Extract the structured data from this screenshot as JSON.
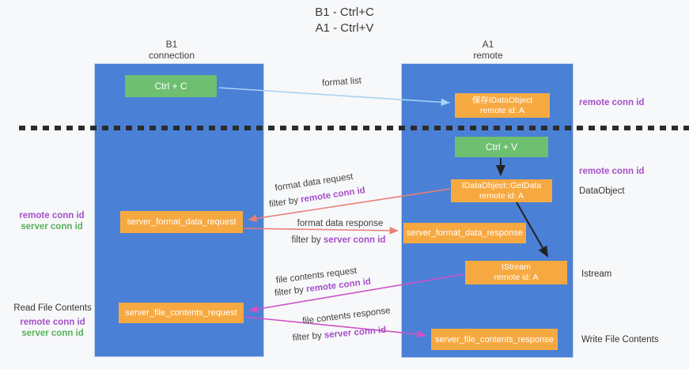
{
  "title": {
    "line1": "B1 - Ctrl+C",
    "line2": "A1 - Ctrl+V"
  },
  "lifelines": {
    "b1": {
      "name": "B1",
      "role": "connection"
    },
    "a1": {
      "name": "A1",
      "role": "remote"
    }
  },
  "nodes": {
    "ctrl_c": {
      "label": "Ctrl + C"
    },
    "save_idataobject": {
      "line1": "保存IDataObject",
      "line2": "remote id: A"
    },
    "ctrl_v": {
      "label": "Ctrl + V"
    },
    "idataobject_getdata": {
      "line1": "IDataObject::GetData",
      "line2": "remote id: A"
    },
    "server_format_data_request": {
      "label": "server_format_data_request"
    },
    "server_format_data_response": {
      "label": "server_format_data_response"
    },
    "istream": {
      "line1": "IStream",
      "line2": "remote id: A"
    },
    "server_file_contents_request": {
      "label": "server_file_contents_request"
    },
    "server_file_contents_response": {
      "label": "server_file_contents_response"
    }
  },
  "flow_labels": {
    "format_list": "format list",
    "format_data_request": "format data request",
    "format_data_response": "format data response",
    "file_contents_request": "file contents request",
    "file_contents_response": "file contents response",
    "filter_by": "filter by",
    "remote_conn_id": "remote conn id",
    "server_conn_id": "server conn id"
  },
  "side_labels": {
    "remote_conn_id": "remote conn id",
    "server_conn_id": "server conn id",
    "read_file_contents": "Read File Contents",
    "write_file_contents": "Write File Contents",
    "dataobject": "DataObject",
    "istream": "Istream"
  },
  "colors": {
    "lifeline_blue": "#4a80d6",
    "action_green": "#6ebf70",
    "message_orange": "#f7a941",
    "remote_conn_purple": "#a64fc8",
    "server_conn_green": "#56b25a",
    "format_arrow_salmon": "#e87f78",
    "file_arrow_magenta": "#cf52c5",
    "format_list_blue": "#a5d3f2",
    "black_arrow": "#222222"
  }
}
